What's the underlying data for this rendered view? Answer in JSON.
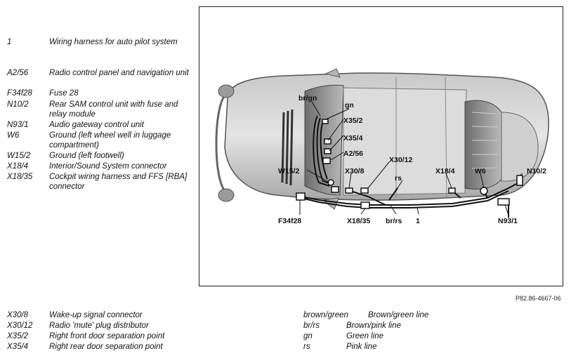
{
  "legend_left": [
    {
      "code": "1",
      "desc": "Wiring harness for auto pilot system"
    },
    {
      "code": "A2/56",
      "desc": "Radio control panel and navigation unit"
    },
    {
      "code": "F34f28",
      "desc": "Fuse 28"
    },
    {
      "code": "N10/2",
      "desc": "Rear SAM control unit with fuse and relay module"
    },
    {
      "code": "N93/1",
      "desc": "Audio gateway control unit"
    },
    {
      "code": "W6",
      "desc": "Ground (left wheel well in luggage compartment)"
    },
    {
      "code": "W15/2",
      "desc": "Ground (left footwell)"
    },
    {
      "code": "X18/4",
      "desc": "Interior/Sound System connector"
    },
    {
      "code": "X18/35",
      "desc": "Cockpit wiring harness and FFS [RBA] connector"
    }
  ],
  "legend_bottom_left": [
    {
      "code": "X30/8",
      "desc": "Wake-up signal connector"
    },
    {
      "code": "X30/12",
      "desc": "Radio 'mute' plug distributor"
    },
    {
      "code": "X35/2",
      "desc": "Right front door separation point"
    },
    {
      "code": "X35/4",
      "desc": "Right rear door separation point"
    }
  ],
  "legend_bottom_right": [
    {
      "code": "brown/green",
      "desc": "Brown/green line"
    },
    {
      "code": "br/rs",
      "desc": "Brown/pink line"
    },
    {
      "code": "gn",
      "desc": "Green line"
    },
    {
      "code": "rs",
      "desc": "Pink line"
    }
  ],
  "figure_ref": "P82.86-4667-06",
  "diagram_labels": {
    "br_gn": "br/gn",
    "gn": "gn",
    "x35_2": "X35/2",
    "x35_4": "X35/4",
    "a2_56": "A2/56",
    "x30_12": "X30/12",
    "w15_2": "W15/2",
    "x30_8": "X30/8",
    "rs": "rs",
    "x18_4": "X18/4",
    "w6": "W6",
    "n10_2": "N10/2",
    "f34f28": "F34f28",
    "x18_35": "X18/35",
    "br_rs": "br/rs",
    "one": "1",
    "n93_1": "N93/1"
  }
}
